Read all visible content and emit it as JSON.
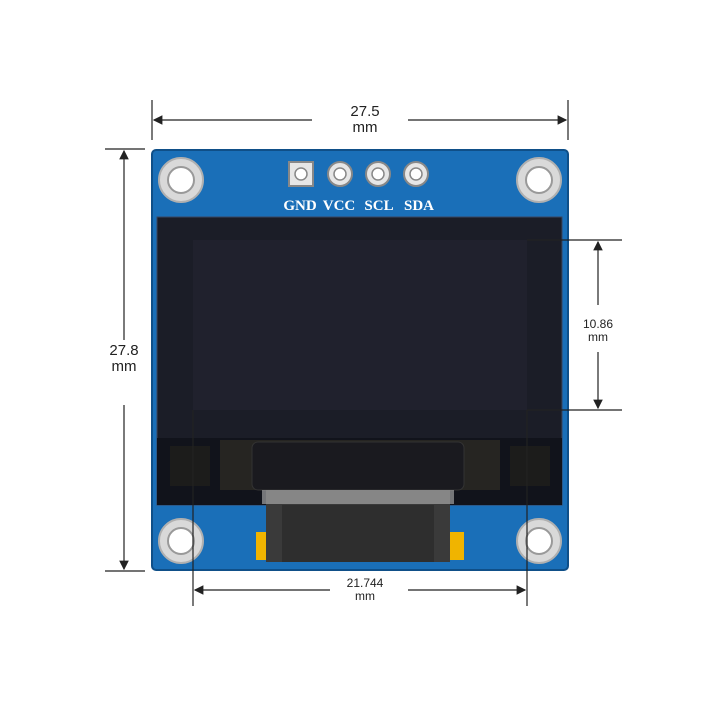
{
  "pin_labels": [
    "GND",
    "VCC",
    "SCL",
    "SDA"
  ],
  "dimensions": {
    "board_width": {
      "value": "27.5",
      "unit": "mm"
    },
    "board_height": {
      "value": "27.8",
      "unit": "mm"
    },
    "screen_height": {
      "value": "10.86",
      "unit": "mm"
    },
    "screen_width": {
      "value": "21.744",
      "unit": "mm"
    }
  },
  "colors": {
    "pcb": "#1a6fb8",
    "pcb_edge": "#0f4f88",
    "panel": "#1b1d27",
    "panel_glass": "#11131b",
    "active_area": "#20212d",
    "flex_cable": "#3a3a3a",
    "adhesive": "#f0b400",
    "silkscreen": "#ffffff",
    "dimension_line": "#222222"
  }
}
